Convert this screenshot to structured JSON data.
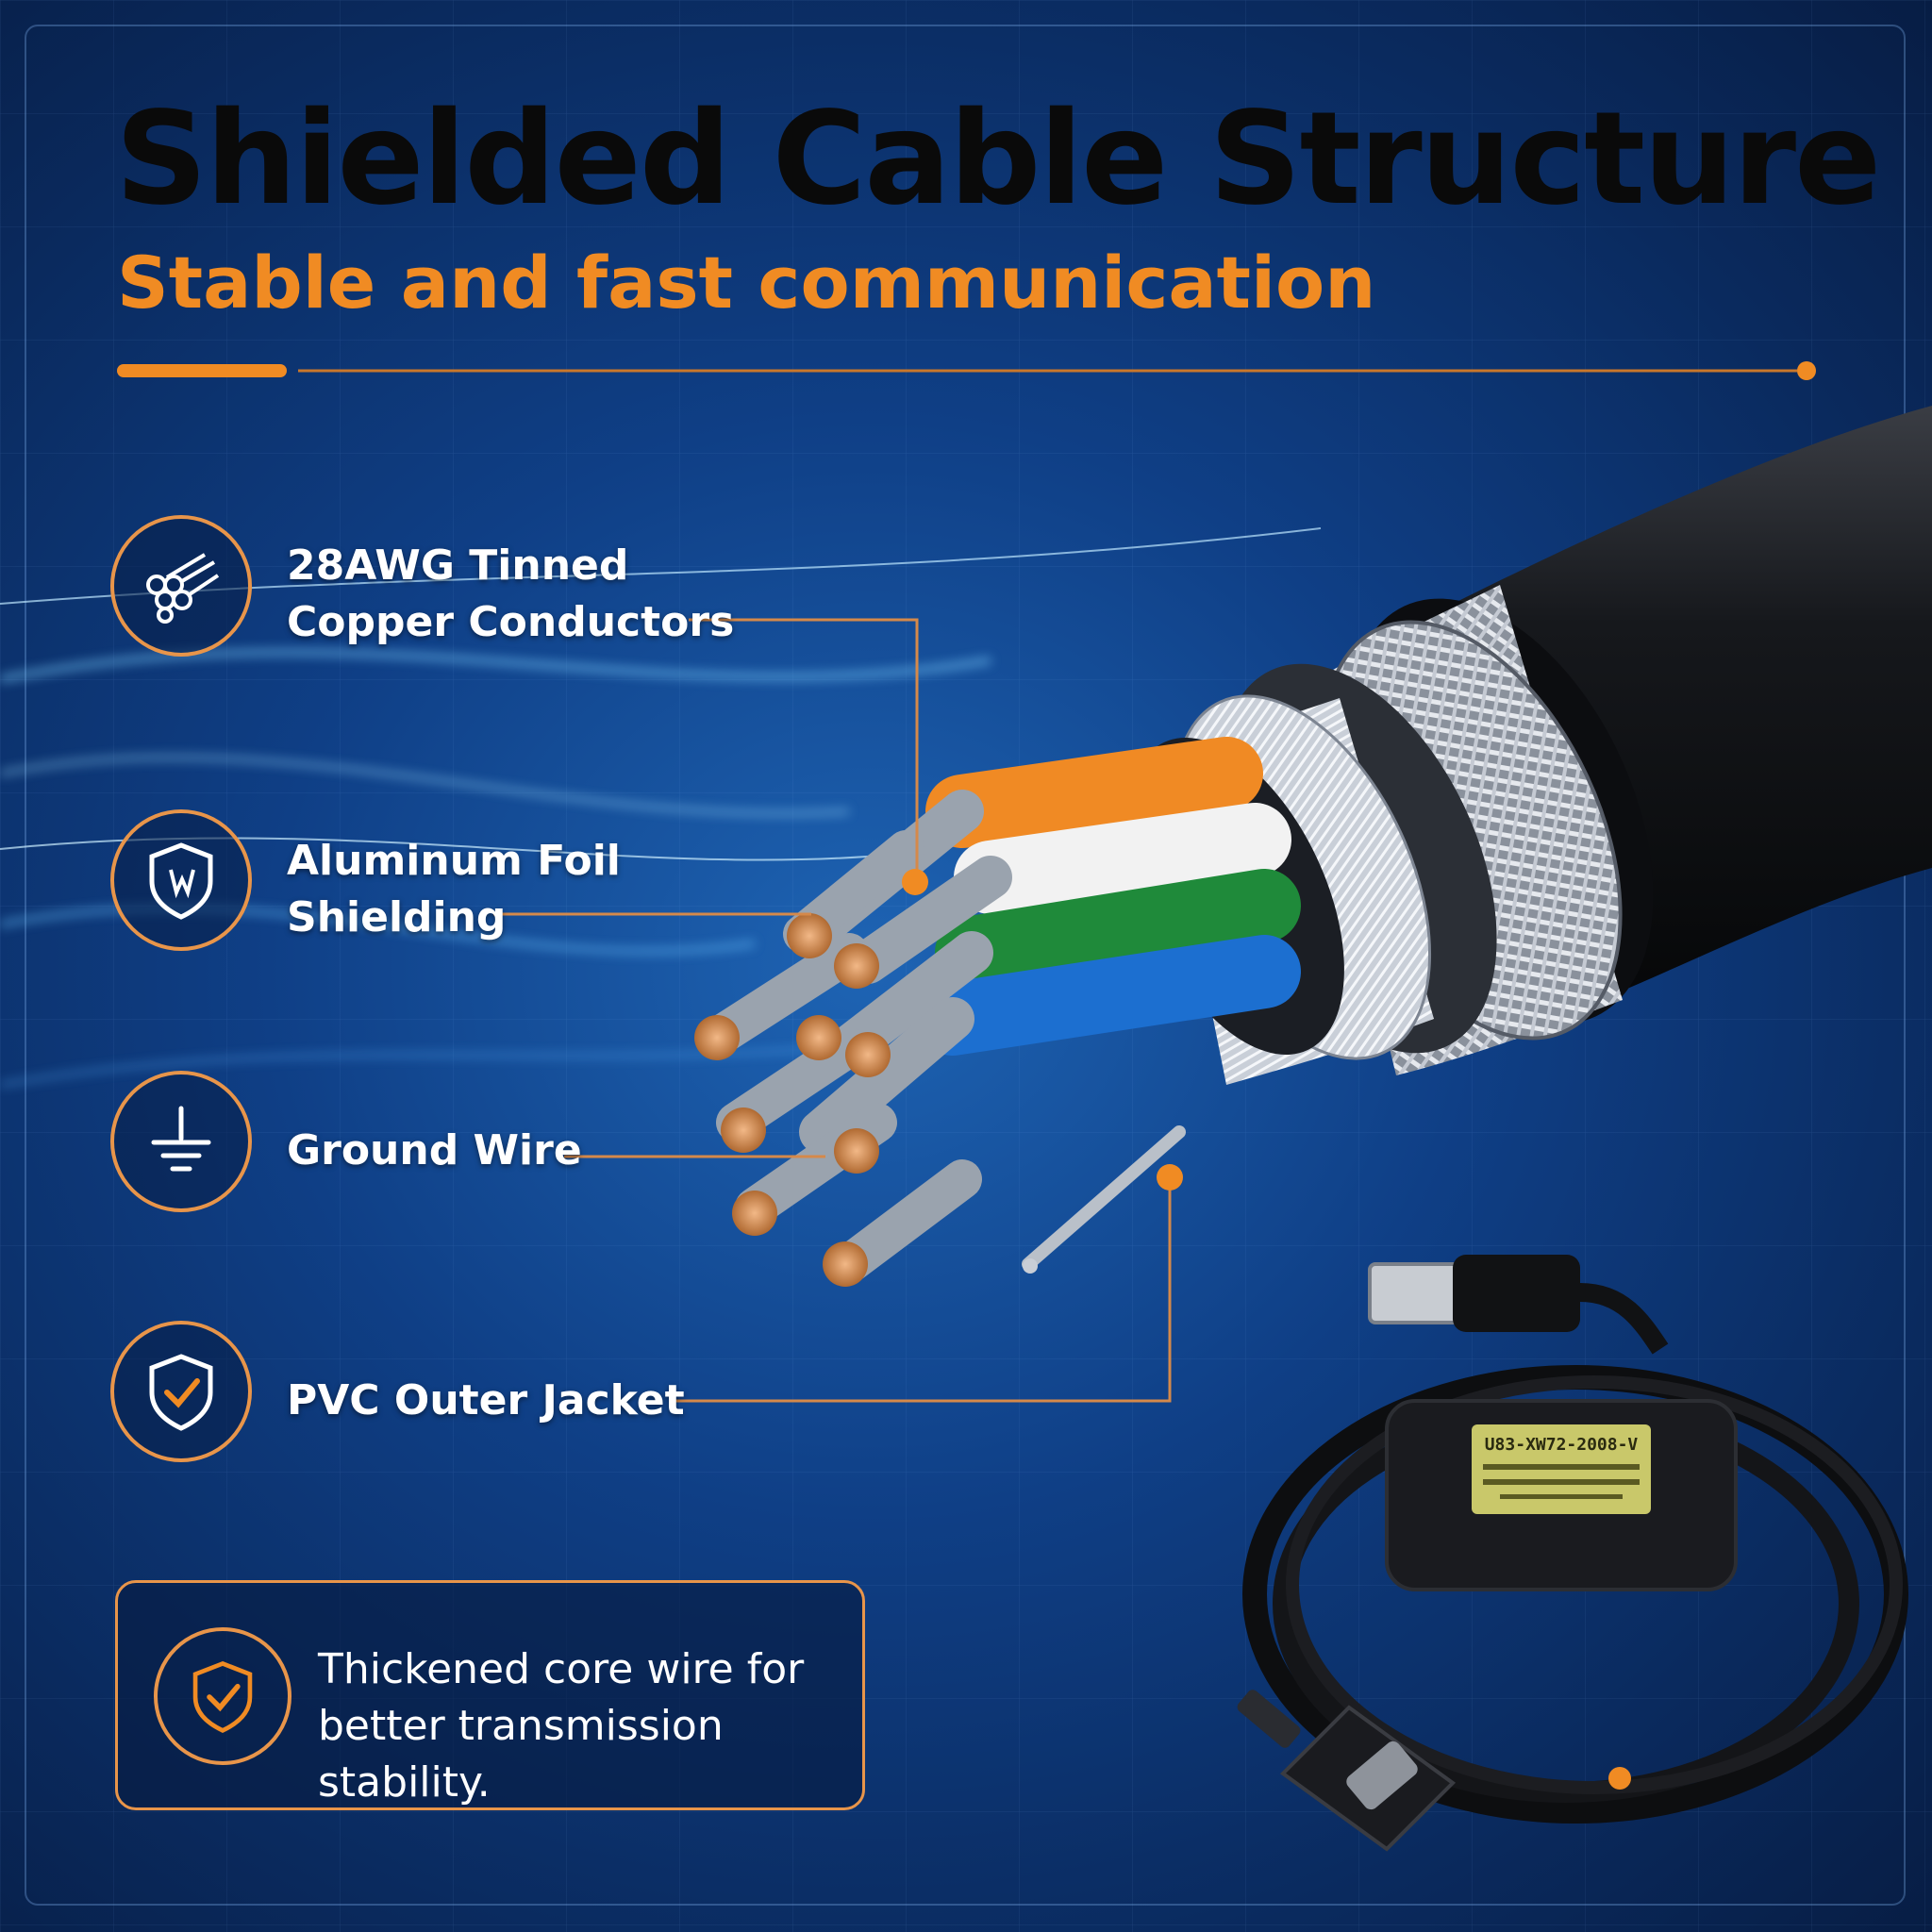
{
  "header": {
    "title": "Shielded Cable Structure",
    "subtitle": "Stable and fast communication"
  },
  "features": [
    {
      "icon": "copper-strands-icon",
      "line1": "28AWG Tinned",
      "line2": "Copper Conductors"
    },
    {
      "icon": "shield-lightning-icon",
      "line1": "Aluminum Foil",
      "line2": "Shielding"
    },
    {
      "icon": "ground-icon",
      "line1": "Ground Wire",
      "line2": ""
    },
    {
      "icon": "shield-check-icon",
      "line1": "PVC Outer Jacket",
      "line2": ""
    }
  ],
  "info_box": {
    "icon": "shield-check-icon",
    "line1": "Thickened core wire for",
    "line2": "better transmission stability."
  },
  "product": {
    "label_model": "U83-XW72-2008-V"
  },
  "colors": {
    "accent": "#f08b23",
    "background": "#0f3f86",
    "wire_orange": "#f08a24",
    "wire_white": "#f2f2f2",
    "wire_green": "#1f8a3a",
    "wire_blue": "#1c6fd0"
  }
}
